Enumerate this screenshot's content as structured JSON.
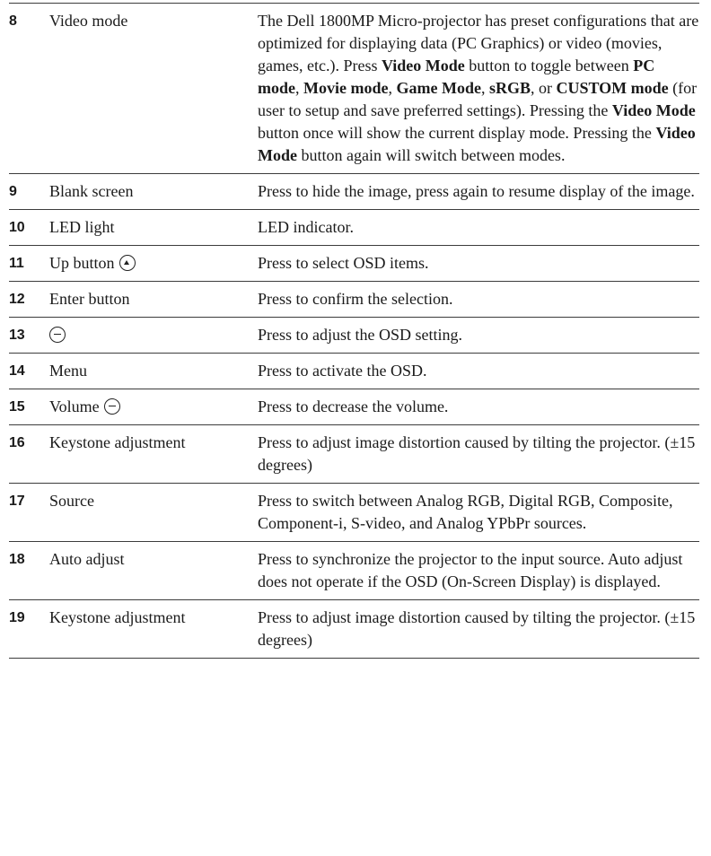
{
  "rows": [
    {
      "number": "8",
      "name": "Video mode",
      "description": [
        {
          "text": "The Dell 1800MP Micro-projector has preset configurations that are optimized for displaying data (PC Graphics) or video (movies, games, etc.). Press ",
          "bold": false
        },
        {
          "text": "Video Mode",
          "bold": true
        },
        {
          "text": " button to toggle between ",
          "bold": false
        },
        {
          "text": "PC mode",
          "bold": true
        },
        {
          "text": ", ",
          "bold": false
        },
        {
          "text": "Movie mode",
          "bold": true
        },
        {
          "text": ", ",
          "bold": false
        },
        {
          "text": "Game Mode",
          "bold": true
        },
        {
          "text": ", ",
          "bold": false
        },
        {
          "text": "sRGB",
          "bold": true
        },
        {
          "text": ", or ",
          "bold": false
        },
        {
          "text": "CUSTOM mode",
          "bold": true
        },
        {
          "text": " (for user to setup and save preferred settings). Pressing the ",
          "bold": false
        },
        {
          "text": "Video Mode",
          "bold": true
        },
        {
          "text": " button once will show the current display mode. Pressing the ",
          "bold": false
        },
        {
          "text": "Video Mode",
          "bold": true
        },
        {
          "text": " button again will switch between modes.",
          "bold": false
        }
      ]
    },
    {
      "number": "9",
      "name": "Blank screen",
      "description": [
        {
          "text": "Press to hide the image, press again to resume display of the image.",
          "bold": false
        }
      ]
    },
    {
      "number": "10",
      "name": "LED light",
      "description": [
        {
          "text": "LED indicator.",
          "bold": false
        }
      ]
    },
    {
      "number": "11",
      "name": "Up button",
      "icon": "up-arrow-button-icon",
      "description": [
        {
          "text": "Press to select OSD items.",
          "bold": false
        }
      ]
    },
    {
      "number": "12",
      "name": "Enter button",
      "description": [
        {
          "text": "Press to confirm the selection.",
          "bold": false
        }
      ]
    },
    {
      "number": "13",
      "name": "",
      "icon": "minus-button-icon",
      "description": [
        {
          "text": "Press to adjust the OSD setting.",
          "bold": false
        }
      ]
    },
    {
      "number": "14",
      "name": "Menu",
      "description": [
        {
          "text": "Press to activate the OSD.",
          "bold": false
        }
      ]
    },
    {
      "number": "15",
      "name": "Volume",
      "icon": "minus-button-icon",
      "description": [
        {
          "text": "Press to decrease the volume.",
          "bold": false
        }
      ]
    },
    {
      "number": "16",
      "name": "Keystone adjustment",
      "description": [
        {
          "text": "Press to adjust image distortion caused by tilting the projector. (±15 degrees)",
          "bold": false
        }
      ]
    },
    {
      "number": "17",
      "name": "Source",
      "description": [
        {
          "text": "Press to switch between Analog RGB, Digital RGB, Composite, Component-i, S-video, and Analog YPbPr sources.",
          "bold": false
        }
      ]
    },
    {
      "number": "18",
      "name": "Auto adjust",
      "description": [
        {
          "text": "Press to synchronize the projector to the input source. Auto adjust does not operate if the OSD (On-Screen Display) is displayed.",
          "bold": false
        }
      ]
    },
    {
      "number": "19",
      "name": "Keystone adjustment",
      "description": [
        {
          "text": "Press to adjust image distortion caused by tilting the projector. (±15 degrees)",
          "bold": false
        }
      ]
    }
  ]
}
